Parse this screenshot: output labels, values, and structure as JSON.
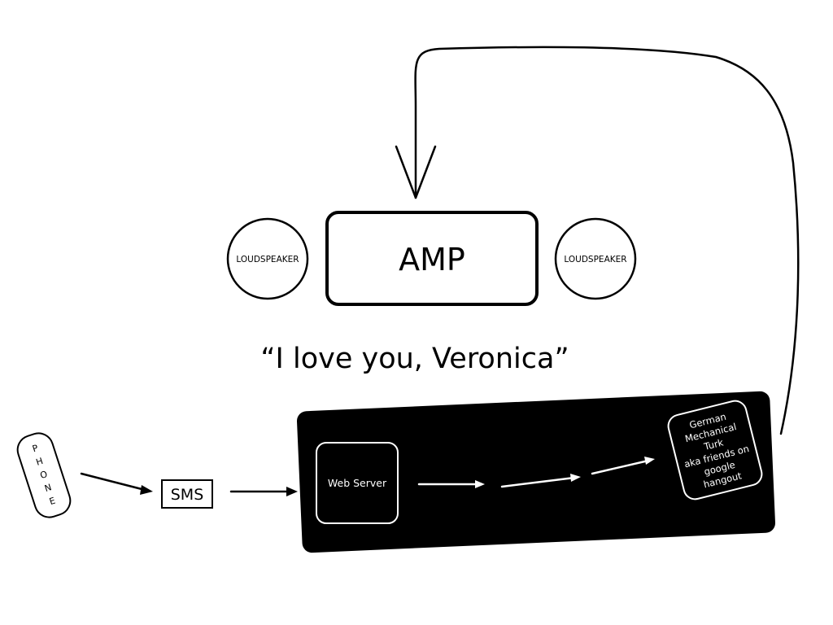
{
  "diagram": {
    "amp_label": "AMP",
    "left_speaker_label": "LOUDSPEAKER",
    "right_speaker_label": "LOUDSPEAKER",
    "quote": "“I love you, Veronica”",
    "phone_letters": [
      "P",
      "H",
      "O",
      "N",
      "E"
    ],
    "sms_label": "SMS",
    "web_server_label": "Web Server",
    "turk_lines": [
      "German",
      "Mechanical",
      "Turk",
      "aka friends on",
      "google",
      "hangout"
    ]
  }
}
